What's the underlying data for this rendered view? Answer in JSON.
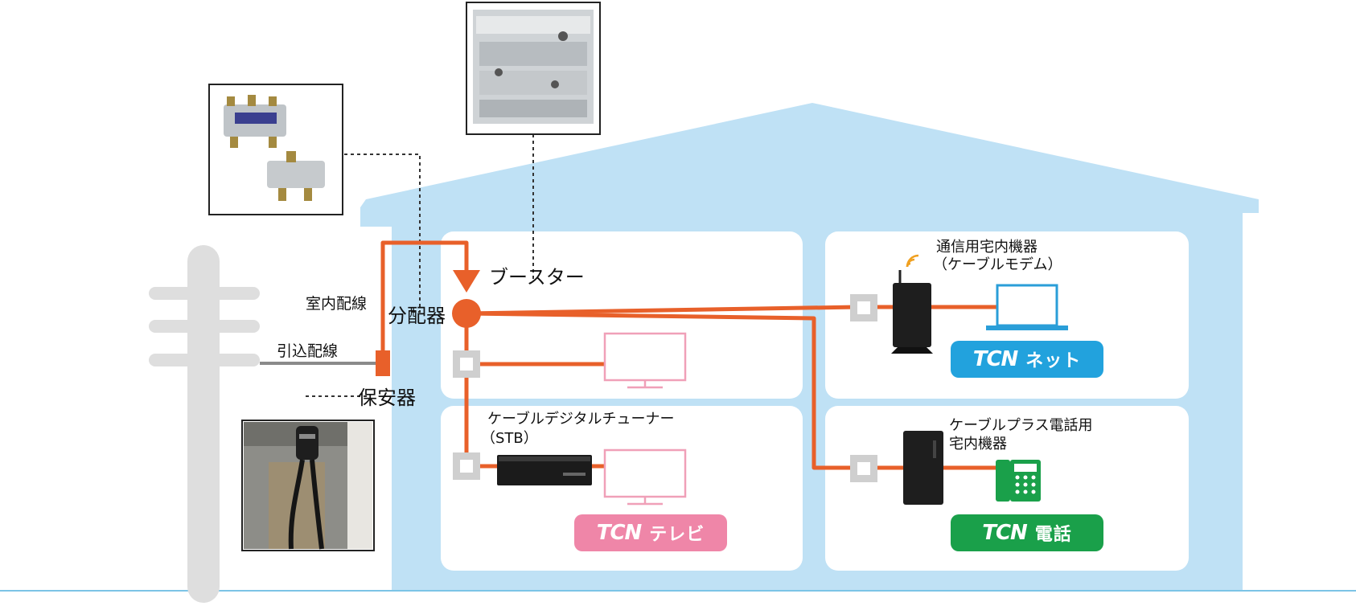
{
  "labels": {
    "booster": "ブースター",
    "splitter": "分配器",
    "indoor_wiring": "室内配線",
    "drop_wiring": "引込配線",
    "protector": "保安器",
    "stb_name": "ケーブルデジタルチューナー",
    "stb_abbr": "（STB）",
    "modem_line1": "通信用宅内機器",
    "modem_line2": "（ケーブルモデム）",
    "phone_line1": "ケーブルプラス電話用",
    "phone_line2": "宅内機器"
  },
  "badges": {
    "net": {
      "logo": "TCN",
      "text": "ネット"
    },
    "tv": {
      "logo": "TCN",
      "text": "テレビ"
    },
    "phone": {
      "logo": "TCN",
      "text": "電話"
    }
  },
  "colors": {
    "house": "#bfe1f5",
    "room": "#ffffff",
    "cable": "#e8602a",
    "pole": "#dedede",
    "outlet": "#cfcfcf",
    "tv_outline": "#f0a0b8",
    "laptop": "#2a9ed8",
    "net_badge": "#22a2dd",
    "tv_badge": "#ef86a8",
    "phone_badge": "#1aa04a",
    "phone_icon": "#1aa04a",
    "ground": "#7cc4e6"
  },
  "icons": [
    "wifi-icon",
    "laptop-icon",
    "phone-icon",
    "tv-icon",
    "router-icon",
    "set-top-box-icon"
  ]
}
